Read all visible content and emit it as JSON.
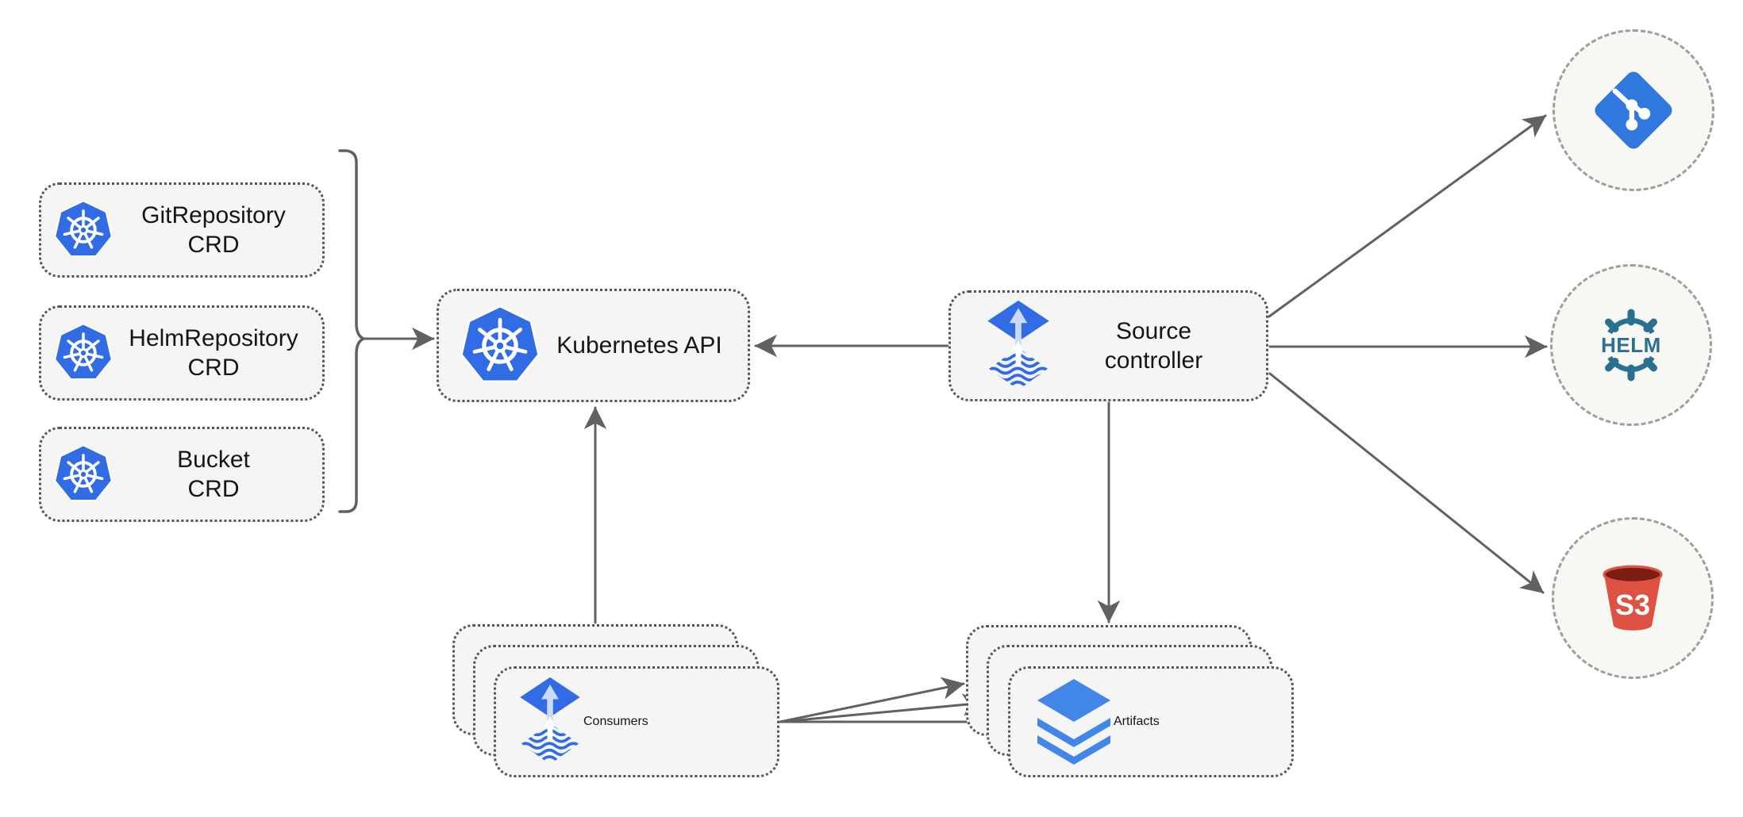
{
  "diagram": {
    "crds": [
      {
        "title": "GitRepository",
        "subtitle": "CRD",
        "icon": "kubernetes-icon"
      },
      {
        "title": "HelmRepository",
        "subtitle": "CRD",
        "icon": "kubernetes-icon"
      },
      {
        "title": "Bucket",
        "subtitle": "CRD",
        "icon": "kubernetes-icon"
      }
    ],
    "kubernetes_api": {
      "label": "Kubernetes API",
      "icon": "kubernetes-icon"
    },
    "source_controller": {
      "title": "Source",
      "subtitle": "controller",
      "icon": "flux-icon"
    },
    "consumers": {
      "label": "Consumers",
      "icon": "flux-icon",
      "stack_count": 3
    },
    "artifacts": {
      "label": "Artifacts",
      "icon": "layers-icon",
      "stack_count": 3
    },
    "externals": {
      "git": {
        "icon": "git-icon"
      },
      "helm": {
        "label": "HELM",
        "icon": "helm-icon"
      },
      "s3": {
        "label": "S3",
        "icon": "s3-bucket-icon"
      }
    },
    "connections": [
      {
        "from": "crd-bracket",
        "to": "kubernetes-api"
      },
      {
        "from": "source-controller",
        "to": "kubernetes-api"
      },
      {
        "from": "consumers",
        "to": "kubernetes-api"
      },
      {
        "from": "source-controller",
        "to": "artifacts"
      },
      {
        "from": "source-controller",
        "to": "git"
      },
      {
        "from": "source-controller",
        "to": "helm"
      },
      {
        "from": "source-controller",
        "to": "s3"
      },
      {
        "from": "consumers",
        "to": "artifacts",
        "count": 3
      }
    ],
    "colors": {
      "kubernetes_blue": "#326CE5",
      "flux_blue": "#316CE4",
      "flux_arrow_light": "#CBDAF6",
      "layers_blue": "#4286E8",
      "git_blue": "#3077DE",
      "helm_teal": "#2A7191",
      "s3_red": "#DD5243",
      "s3_dark_red": "#7B1D12",
      "arrow_gray": "#616161",
      "node_fill": "#F5F5F5",
      "node_border": "#555555",
      "circle_fill": "#F7F7F3",
      "circle_border": "#9E9E9E",
      "text": "#161616"
    }
  }
}
